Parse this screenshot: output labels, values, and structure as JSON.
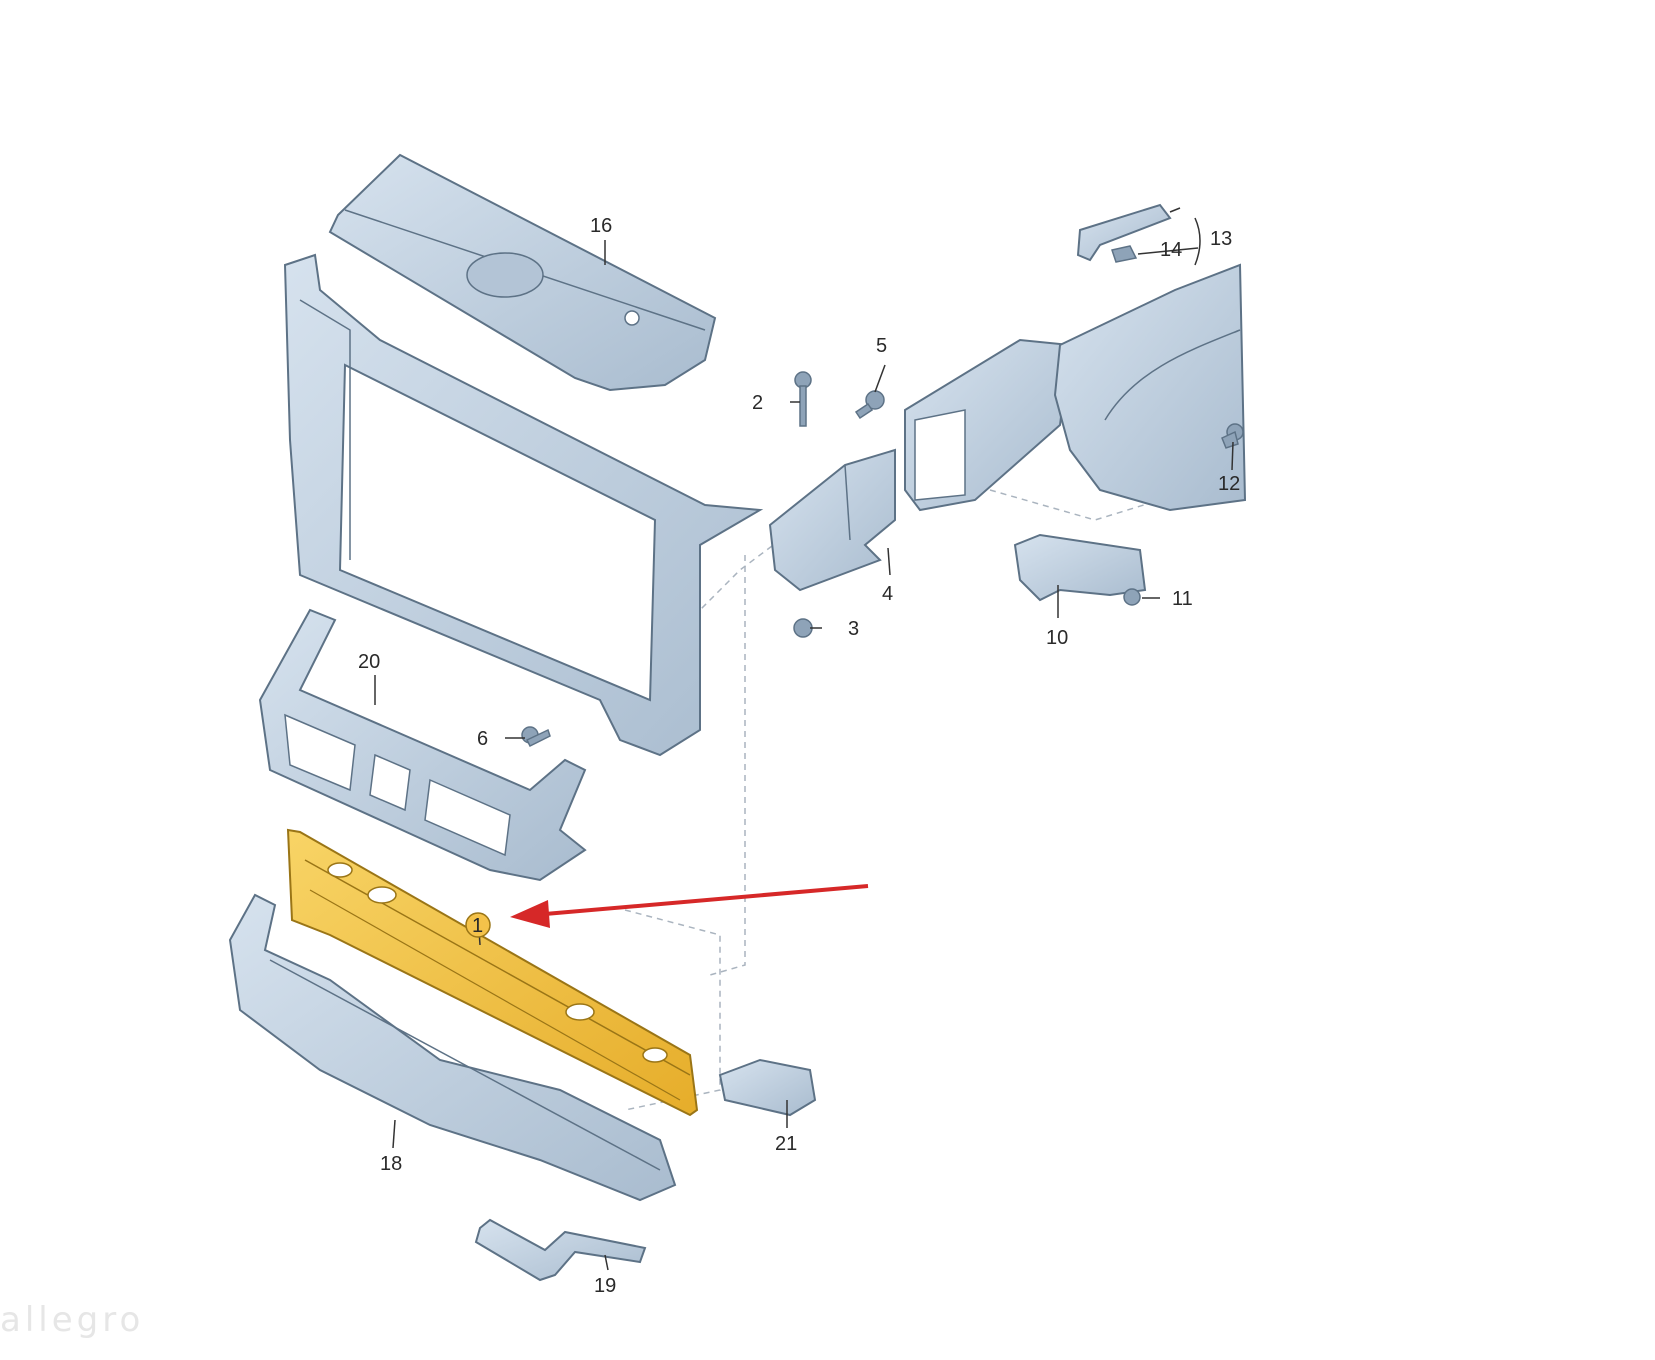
{
  "diagram": {
    "parts": [
      {
        "id": "p1",
        "number": "1",
        "highlighted": true
      },
      {
        "id": "p2",
        "number": "2"
      },
      {
        "id": "p3",
        "number": "3"
      },
      {
        "id": "p4",
        "number": "4"
      },
      {
        "id": "p5",
        "number": "5"
      },
      {
        "id": "p6",
        "number": "6"
      },
      {
        "id": "p10",
        "number": "10"
      },
      {
        "id": "p11",
        "number": "11"
      },
      {
        "id": "p12",
        "number": "12"
      },
      {
        "id": "p13",
        "number": "13"
      },
      {
        "id": "p14",
        "number": "14"
      },
      {
        "id": "p16",
        "number": "16"
      },
      {
        "id": "p18",
        "number": "18"
      },
      {
        "id": "p19",
        "number": "19"
      },
      {
        "id": "p20",
        "number": "20"
      },
      {
        "id": "p21",
        "number": "21"
      }
    ],
    "colors": {
      "part_fill": "#c3d2e0",
      "part_stroke": "#5d7286",
      "part_dark": "#8ea3b8",
      "highlight_fill": "#f4c24a",
      "highlight_stroke": "#9a7516",
      "arrow": "#d62828",
      "leader": "#aab4bf"
    },
    "watermark": "allegro"
  }
}
